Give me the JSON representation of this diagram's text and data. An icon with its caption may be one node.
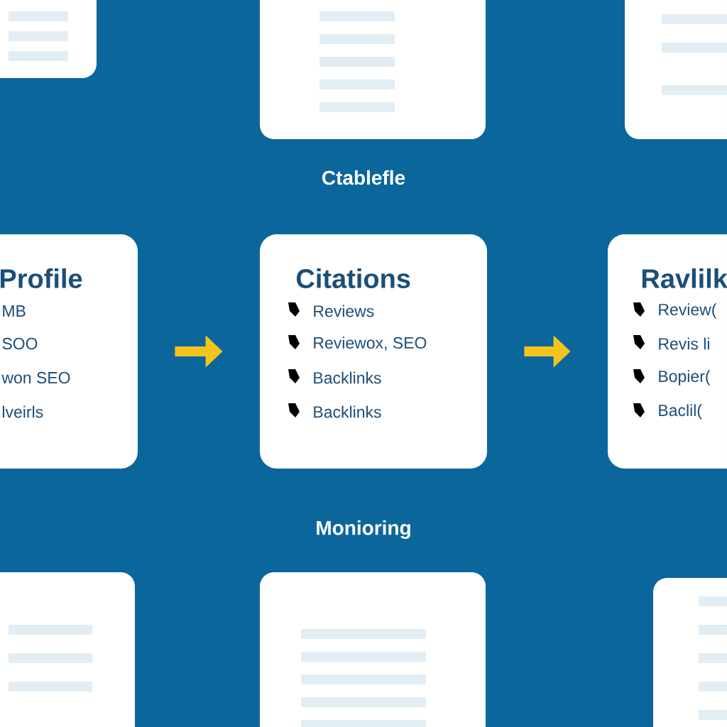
{
  "diagram": {
    "nodes": [
      {
        "text": [
          "Profile",
          "MB",
          "SOO",
          "won SEO",
          "lveirls"
        ]
      },
      {
        "text": [
          "Citations",
          "Reviews",
          "Reviewox, SEO",
          "Backlinks",
          "Backlinks"
        ]
      },
      {
        "text": [
          "Ravlilk",
          "Review(",
          "Revis li",
          "Bopier(",
          "Baclil("
        ]
      }
    ],
    "edges": [
      {
        "from": 0,
        "to": 1,
        "arrow": "to"
      },
      {
        "from": 1,
        "to": 2,
        "arrow": "to"
      }
    ],
    "labels": [
      "Ctablefle",
      "Monioring"
    ]
  }
}
